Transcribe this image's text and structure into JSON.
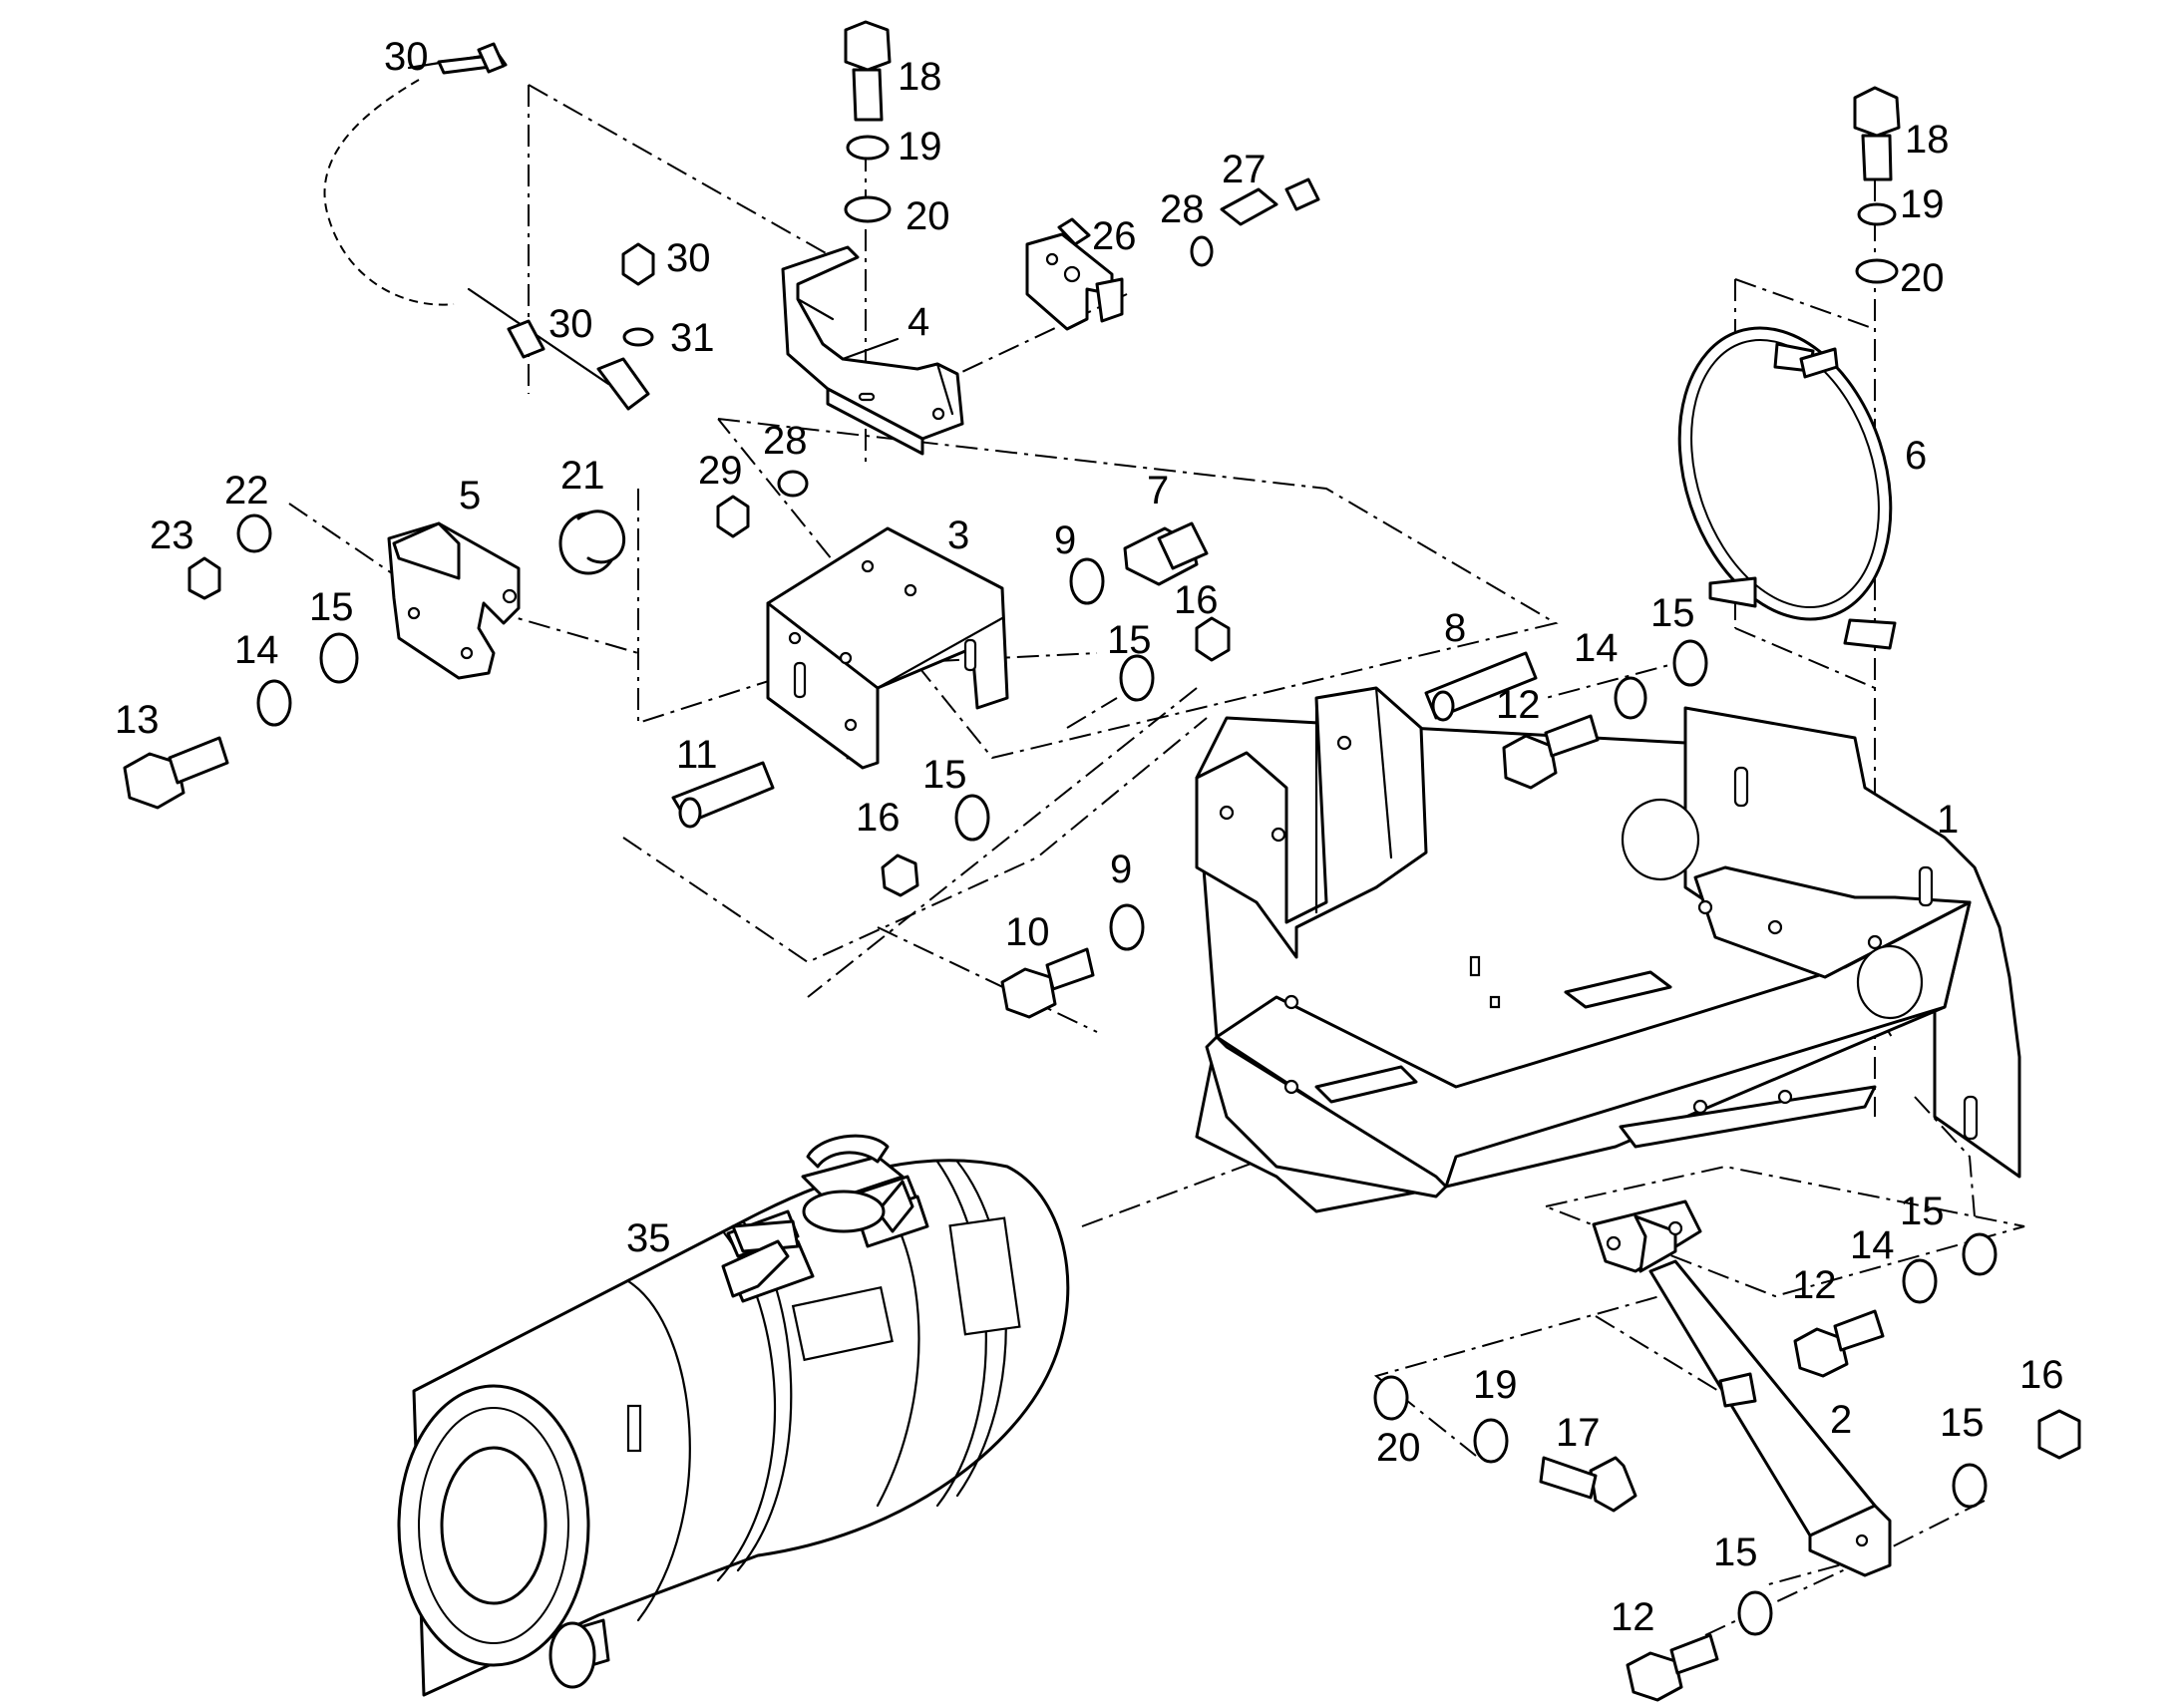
{
  "callouts": [
    {
      "label": "30"
    },
    {
      "label": "18"
    },
    {
      "label": "19"
    },
    {
      "label": "20"
    },
    {
      "label": "26"
    },
    {
      "label": "28"
    },
    {
      "label": "27"
    },
    {
      "label": "18"
    },
    {
      "label": "19"
    },
    {
      "label": "20"
    },
    {
      "label": "30"
    },
    {
      "label": "30"
    },
    {
      "label": "31"
    },
    {
      "label": "4"
    },
    {
      "label": "6"
    },
    {
      "label": "22"
    },
    {
      "label": "5"
    },
    {
      "label": "21"
    },
    {
      "label": "29"
    },
    {
      "label": "28"
    },
    {
      "label": "7"
    },
    {
      "label": "23"
    },
    {
      "label": "3"
    },
    {
      "label": "9"
    },
    {
      "label": "16"
    },
    {
      "label": "15"
    },
    {
      "label": "14"
    },
    {
      "label": "15"
    },
    {
      "label": "8"
    },
    {
      "label": "14"
    },
    {
      "label": "15"
    },
    {
      "label": "13"
    },
    {
      "label": "12"
    },
    {
      "label": "11"
    },
    {
      "label": "15"
    },
    {
      "label": "1"
    },
    {
      "label": "16"
    },
    {
      "label": "9"
    },
    {
      "label": "10"
    },
    {
      "label": "35"
    },
    {
      "label": "15"
    },
    {
      "label": "14"
    },
    {
      "label": "12"
    },
    {
      "label": "19"
    },
    {
      "label": "17"
    },
    {
      "label": "20"
    },
    {
      "label": "2"
    },
    {
      "label": "16"
    },
    {
      "label": "15"
    },
    {
      "label": "15"
    },
    {
      "label": "12"
    }
  ]
}
